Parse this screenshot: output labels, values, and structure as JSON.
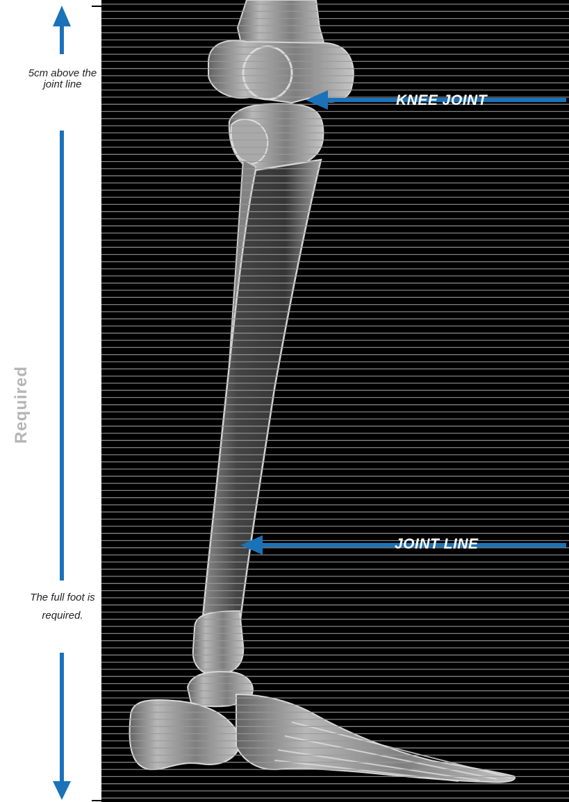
{
  "side_label": "Required",
  "top_note": "5cm above the joint line",
  "bottom_note": "The full foot is required.",
  "callouts": {
    "knee": "KNEE JOINT",
    "ankle": "JOINT LINE"
  },
  "colors": {
    "arrow": "#1a72b8",
    "panel": "#000000",
    "scanline": "#9a9a9a",
    "bone": "#dcdcdc",
    "label_gray": "#b5b5b5"
  }
}
